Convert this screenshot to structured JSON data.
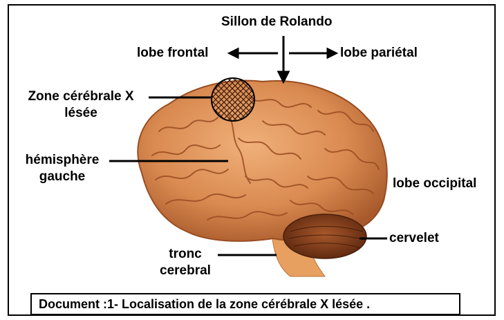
{
  "labels": {
    "sillon": "Sillon de Rolando",
    "lobe_frontal": "lobe frontal",
    "lobe_parietal": "lobe pariétal",
    "zone_line1": "Zone cérébrale X",
    "zone_line2": "lésée",
    "hemisphere_line1": "hémisphère",
    "hemisphere_line2": "gauche",
    "lobe_occipital": "lobe occipital",
    "cervelet": "cervelet",
    "tronc_line1": "tronc",
    "tronc_line2": "cerebral"
  },
  "caption": "Document :1- Localisation de la zone cérébrale X lésée ."
}
